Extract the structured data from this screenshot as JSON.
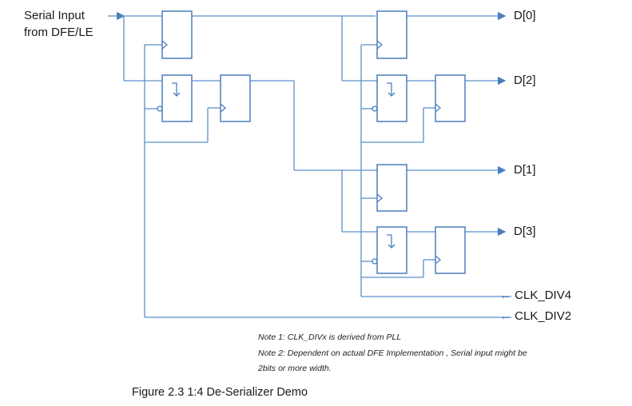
{
  "diagram": {
    "input_label_line1": "Serial Input",
    "input_label_line2": "from DFE/LE",
    "outputs": [
      "D[0]",
      "D[2]",
      "D[1]",
      "D[3]"
    ],
    "clocks": [
      "CLK_DIV4",
      "CLK_DIV2"
    ],
    "notes": [
      "Note 1: CLK_DIVx is derived from PLL",
      "Note 2: Dependent on actual DFE Implementation , Serial input might be",
      "2bits or more width."
    ],
    "caption": "Figure 2.3 1:4 De-Serializer Demo"
  },
  "colors": {
    "line": "#4a7fbf",
    "text": "#1a1a1a"
  }
}
